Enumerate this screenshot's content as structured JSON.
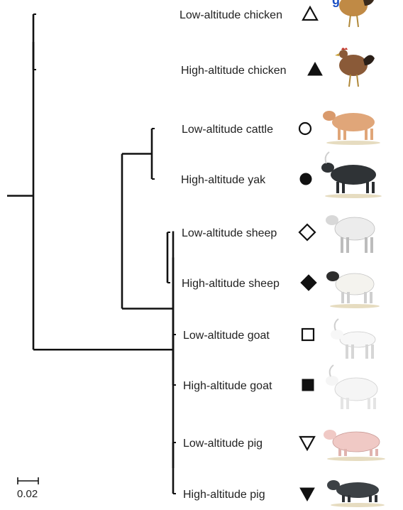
{
  "header_fragment": "g",
  "scale_bar": {
    "value": 0.02,
    "label": "0.02"
  },
  "colors": {
    "branch": "#111111",
    "marker": "#111111",
    "text": "#222222",
    "accent": "#1a4fc4"
  },
  "taxa": [
    {
      "id": "low-chicken",
      "label": "Low-altitude chicken",
      "marker": "triangle-up-open",
      "animal": "chicken"
    },
    {
      "id": "high-chicken",
      "label": "High-altitude chicken",
      "marker": "triangle-up-filled",
      "animal": "chicken"
    },
    {
      "id": "low-cattle",
      "label": "Low-altitude cattle",
      "marker": "circle-open",
      "animal": "cattle"
    },
    {
      "id": "high-yak",
      "label": "High-altitude yak",
      "marker": "circle-filled",
      "animal": "yak"
    },
    {
      "id": "low-sheep",
      "label": "Low-altitude sheep",
      "marker": "diamond-open",
      "animal": "sheep"
    },
    {
      "id": "high-sheep",
      "label": "High-altitude sheep",
      "marker": "diamond-filled",
      "animal": "sheep"
    },
    {
      "id": "low-goat",
      "label": "Low-altitude goat",
      "marker": "square-open",
      "animal": "goat"
    },
    {
      "id": "high-goat",
      "label": "High-altitude goat",
      "marker": "square-filled",
      "animal": "goat"
    },
    {
      "id": "low-pig",
      "label": "Low-altitude pig",
      "marker": "triangle-down-open",
      "animal": "pig"
    },
    {
      "id": "high-pig",
      "label": "High-altitude pig",
      "marker": "triangle-down-filled",
      "animal": "pig"
    }
  ],
  "tree": {
    "children": [
      {
        "children": [
          {
            "leaf": 0
          },
          {
            "leaf": 1
          }
        ]
      },
      {
        "children": [
          {
            "children": [
              {
                "children": [
                  {
                    "leaf": 2
                  },
                  {
                    "leaf": 3
                  }
                ]
              },
              {
                "children": [
                  {
                    "children": [
                      {
                        "leaf": 4
                      },
                      {
                        "leaf": 5
                      }
                    ]
                  },
                  {
                    "children": [
                      {
                        "leaf": 6
                      },
                      {
                        "leaf": 7
                      }
                    ]
                  }
                ]
              }
            ]
          },
          {
            "children": [
              {
                "leaf": 8
              },
              {
                "leaf": 9
              }
            ]
          }
        ]
      }
    ]
  }
}
